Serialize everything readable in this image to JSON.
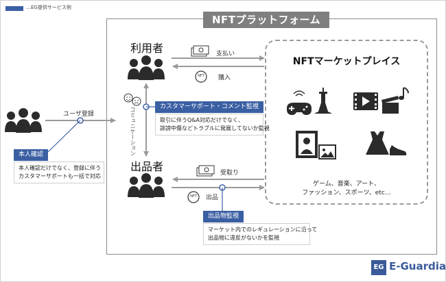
{
  "legend": {
    "text": "…EG提供サービス例",
    "color": "#3b5fa5"
  },
  "platform": {
    "title": "NFTプラットフォーム"
  },
  "market": {
    "title": "NFTマーケットプレイス",
    "categories_line1": "ゲーム、音楽、アート、",
    "categories_line2": "ファッション、スポーツ、etc…"
  },
  "roles": {
    "buyer": "利用者",
    "seller": "出品者"
  },
  "flows": {
    "pay": "支払い",
    "buy": "購入",
    "receive": "受取り",
    "list": "出品",
    "user_register": "ユーザ登録",
    "communication": "コミュニケーション"
  },
  "services": {
    "kyc": {
      "label": "本人確認",
      "note_line1": "本人確認だけでなく、登録に伴う",
      "note_line2": "カスタマーサポートも一括で対応"
    },
    "support": {
      "label": "カスタマーサポート・コメント監視",
      "note_line1": "取引に伴うQ&A対応だけでなく、",
      "note_line2": "誹謗中傷などトラブルに発展してないか監視"
    },
    "listing": {
      "label": "出品物監視",
      "note_line1": "マーケット内でのレギュレーションに沿って",
      "note_line2": "出品物に違反がないかを監視"
    }
  },
  "coin_label": "NFT",
  "brand": {
    "name": "E-Guardian",
    "logo_text": "EG",
    "color": "#3a5a9a"
  }
}
